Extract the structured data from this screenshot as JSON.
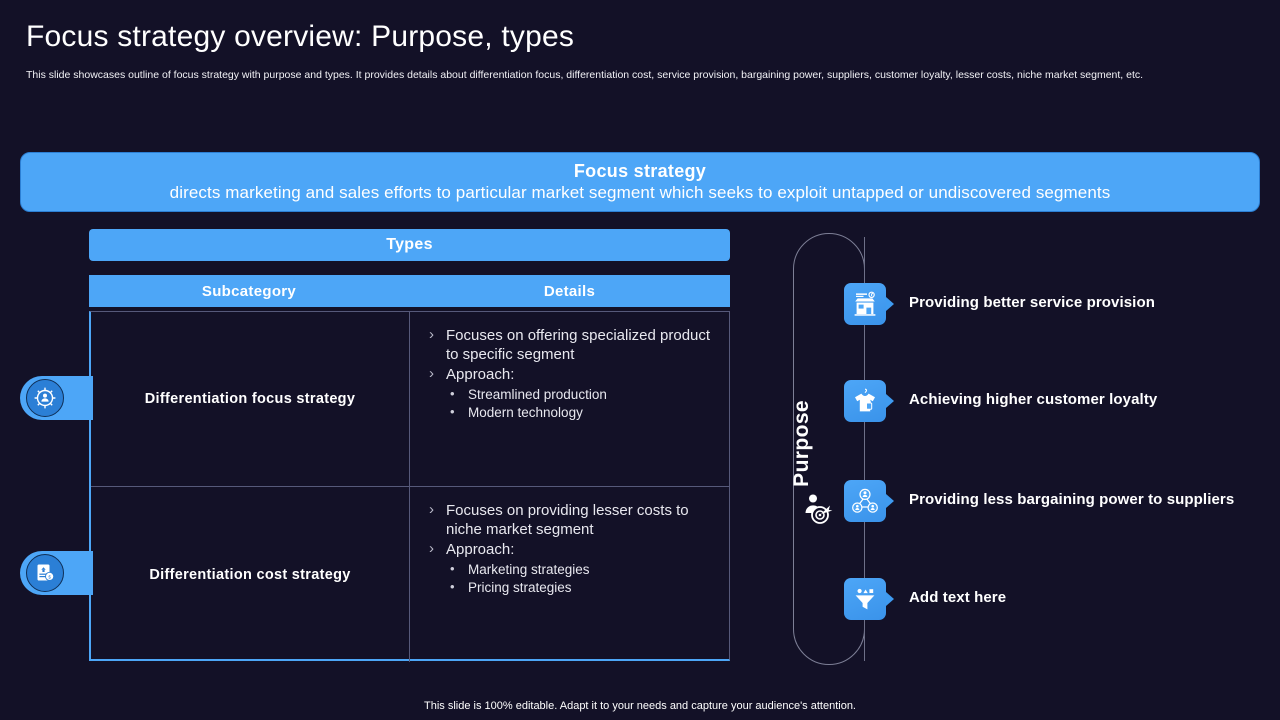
{
  "header": {
    "title": "Focus strategy overview: Purpose, types",
    "subtitle": "This slide showcases outline of focus strategy with purpose and types. It provides details about differentiation focus, differentiation cost, service provision, bargaining power, suppliers, customer loyalty, lesser costs, niche market segment, etc."
  },
  "banner": {
    "title": "Focus strategy",
    "description": "directs marketing and sales efforts to particular market segment which seeks to exploit untapped or undiscovered segments"
  },
  "table": {
    "section_title": "Types",
    "columns": [
      "Subcategory",
      "Details"
    ],
    "rows": [
      {
        "icon": "target-focus-icon",
        "subcategory": "Differentiation focus strategy",
        "details": [
          "Focuses on offering specialized product to specific segment",
          "Approach:"
        ],
        "sub_details": [
          "Streamlined production",
          "Modern technology"
        ]
      },
      {
        "icon": "cost-document-icon",
        "subcategory": "Differentiation cost strategy",
        "details": [
          "Focuses on providing lesser costs to niche market segment",
          "Approach:"
        ],
        "sub_details": [
          "Marketing strategies",
          "Pricing strategies"
        ]
      }
    ]
  },
  "purpose": {
    "label": "Purpose",
    "label_icon": "person-target-icon",
    "items": [
      {
        "icon": "storefront-icon",
        "label": "Providing better service provision"
      },
      {
        "icon": "tshirt-tag-icon",
        "label": "Achieving higher customer loyalty"
      },
      {
        "icon": "network-people-icon",
        "label": "Providing less bargaining power to suppliers"
      },
      {
        "icon": "funnel-icon",
        "label": "Add text here"
      }
    ]
  },
  "footer": {
    "note": "This slide is 100% editable. Adapt it to your needs and capture your audience's attention."
  },
  "colors": {
    "background": "#131127",
    "accent": "#4da6f7",
    "accent_dark": "#2b7fd6",
    "text": "#ffffff",
    "divider": "#56597a"
  }
}
